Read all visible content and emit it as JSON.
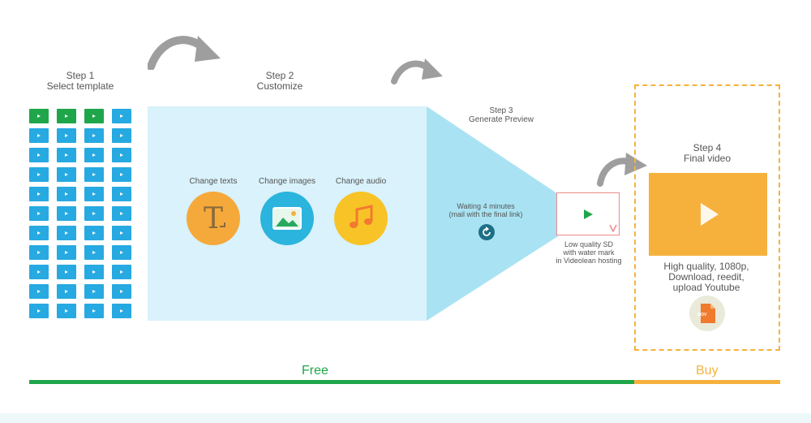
{
  "steps": {
    "step1": {
      "title": "Step 1",
      "subtitle": "Select template"
    },
    "step2": {
      "title": "Step 2",
      "subtitle": "Customize"
    },
    "step3": {
      "title": "Step 3",
      "subtitle": "Generate Preview"
    },
    "step4": {
      "title": "Step 4",
      "subtitle": "Final video"
    }
  },
  "customize": {
    "texts_label": "Change texts",
    "images_label": "Change images",
    "audio_label": "Change audio"
  },
  "preview": {
    "waiting_line1": "Waiting 4 minutes",
    "waiting_line2": "(mail with the final link)",
    "quality_line1": "Low quality  SD",
    "quality_line2": "with water mark",
    "quality_line3": "in Videolean hosting"
  },
  "final": {
    "line1": "High quality, 1080p,",
    "line2": "Download, reedit,",
    "line3": "upload Youtube",
    "file_badge": "MOV"
  },
  "pricing": {
    "free": "Free",
    "buy": "Buy"
  },
  "colors": {
    "green": "#1fa64a",
    "blue": "#27a9e1",
    "orange": "#f6b13d",
    "light_blue": "#d9f2fb",
    "teal": "#1f8ea8"
  }
}
